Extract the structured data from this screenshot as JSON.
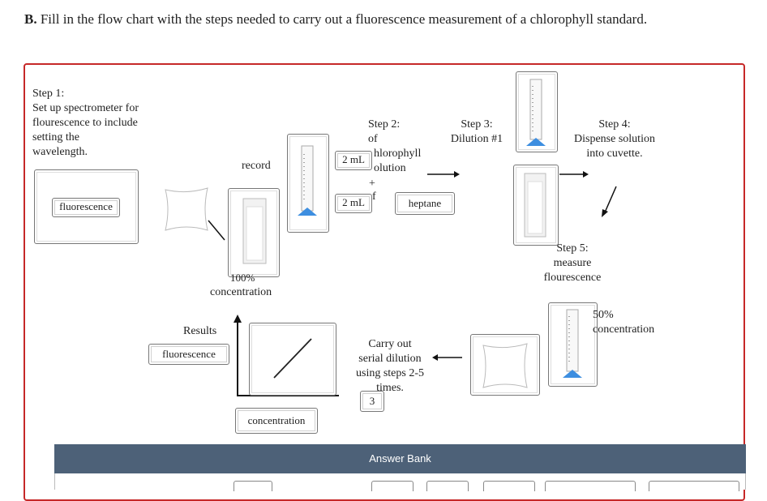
{
  "question": {
    "label": "B.",
    "text": "Fill in the flow chart with the steps needed to carry out a fluorescence measurement of a chlorophyll standard."
  },
  "steps": {
    "step1": [
      "Step 1:",
      "Set up spectrometer for",
      "flourescence to include",
      "setting the",
      "wavelength."
    ],
    "step2": {
      "title": "Step 2:",
      "of_line": "of",
      "chlorophyll": "hlorophyll",
      "solution": "olution",
      "plus": "+",
      "of2": "f"
    },
    "step3": [
      "Step 3:",
      "Dilution #1"
    ],
    "step4": [
      "Step 4:",
      "Dispense solution",
      "into cuvette."
    ],
    "step5": [
      "Step 5:",
      "measure",
      "flourescence"
    ]
  },
  "labels": {
    "record": "record",
    "concentration_100_a": "100%",
    "concentration_100_b": "concentration",
    "concentration_50_a": "50%",
    "concentration_50_b": "concentration",
    "results": "Results",
    "serial": [
      "Carry out",
      "serial dilution",
      "using steps 2-5",
      "times."
    ]
  },
  "tiles": {
    "fluorescence_left": "fluorescence",
    "vol1": "2 mL",
    "vol2": "2 mL",
    "heptane": "heptane",
    "fluorescence_results": "fluorescence",
    "concentration_axis": "concentration",
    "times_count": "3"
  },
  "answer_bank": {
    "title": "Answer Bank"
  },
  "colors": {
    "frame": "#c62828",
    "answer_bar": "#4d6178",
    "liquid": "#3d8ee0"
  }
}
